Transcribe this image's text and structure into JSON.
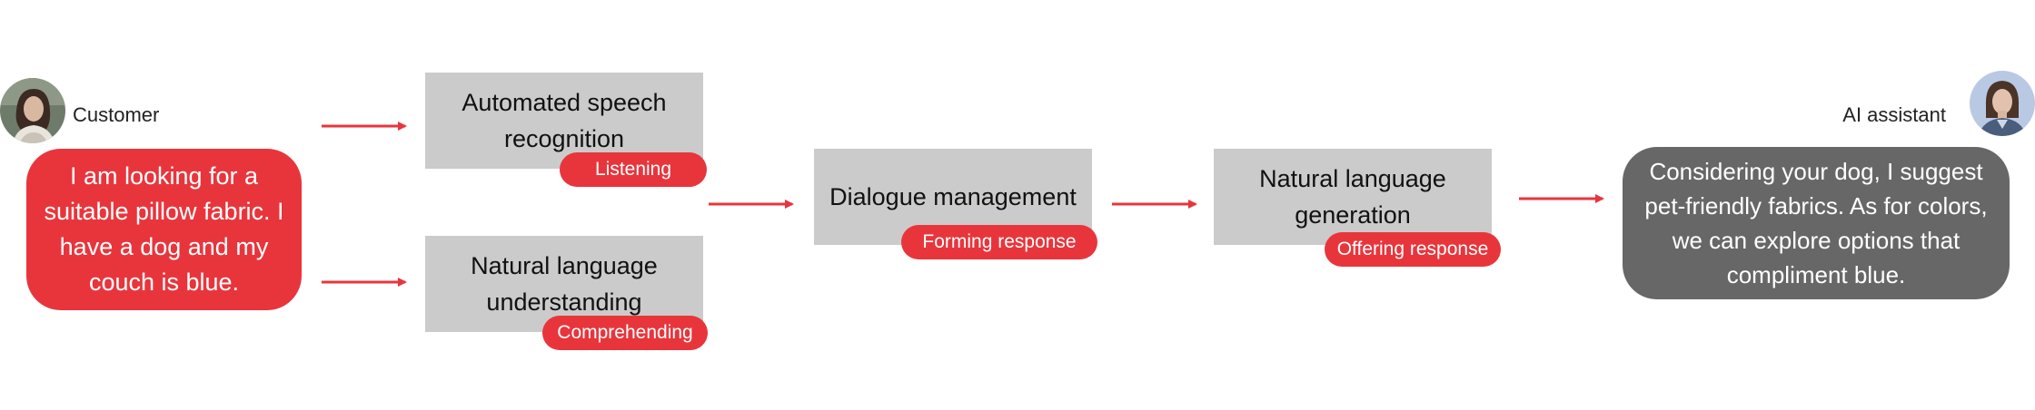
{
  "customer": {
    "label": "Customer",
    "avatar_icon": "customer-avatar-photo",
    "message": "I am looking for a suitable pillow fabric. I have a dog and my couch is blue."
  },
  "assistant": {
    "label": "AI assistant",
    "avatar_icon": "assistant-avatar-photo",
    "message": "Considering your dog, I  suggest pet-friendly fabrics. As for colors, we can explore options that compliment blue."
  },
  "stages": {
    "asr": {
      "title": "Automated speech recognition",
      "tag": "Listening"
    },
    "nlu": {
      "title": "Natural language understanding",
      "tag": "Comprehending"
    },
    "dm": {
      "title": "Dialogue management",
      "tag": "Forming response"
    },
    "nlg": {
      "title": "Natural language generation",
      "tag": "Offering response"
    }
  },
  "colors": {
    "accent_red": "#e8353c",
    "stage_gray": "#cbcbcb",
    "assistant_bubble": "#676767"
  }
}
